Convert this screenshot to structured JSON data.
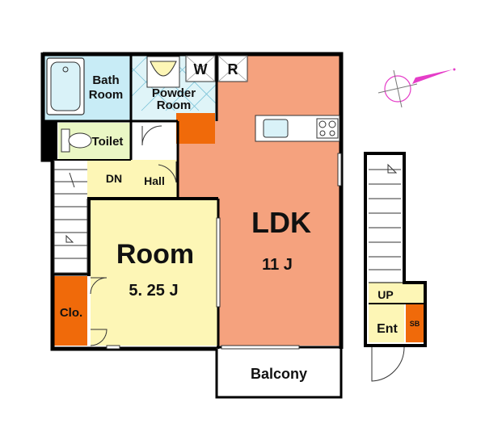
{
  "rooms": {
    "bath": {
      "line1": "Bath",
      "line2": "Room"
    },
    "powder": {
      "line1": "Powder",
      "line2": "Room"
    },
    "washer": "W",
    "refrigerator": "R",
    "toilet": "Toilet",
    "down_stairs": "DN",
    "hall": "Hall",
    "ldk": {
      "name": "LDK",
      "size": "11 J"
    },
    "room": {
      "name": "Room",
      "size": "5. 25 J"
    },
    "closet": "Clo.",
    "balcony": "Balcony",
    "up_stairs": "UP",
    "entrance": "Ent",
    "shoe_box": "SB"
  },
  "colors": {
    "ldk_fill": "#f5a27e",
    "room_fill": "#fdf6b6",
    "bath_fill": "#c8ecf6",
    "powder_fill": "#dff4f8",
    "toilet_fill": "#eaf7c5",
    "closet_fill": "#f06a0a",
    "compass_accent": "#e53dc8"
  },
  "icons": [
    "compass-icon",
    "bathtub-icon",
    "washbasin-icon",
    "toilet-icon",
    "kitchen-sink-icon",
    "stove-icon",
    "door-swing-icon",
    "stairs-icon"
  ]
}
